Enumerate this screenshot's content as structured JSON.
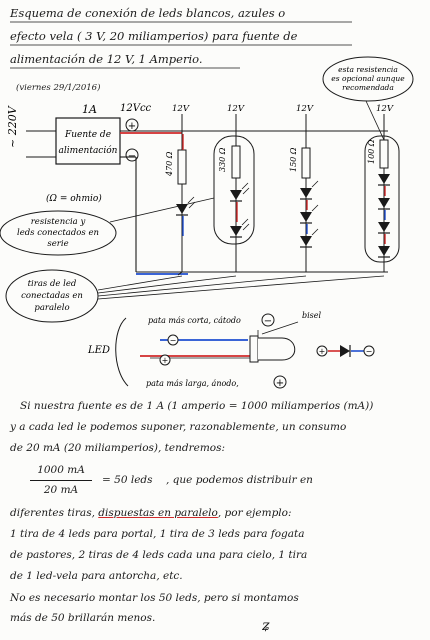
{
  "title": {
    "line1": "Esquema de conexión de leds blancos, azules o",
    "line2": "efecto vela ( 3 V, 20 miliamperios) para fuente de",
    "line3": "alimentación de 12 V, 1 Amperio."
  },
  "date": "(viernes 29/1/2016)",
  "circuit": {
    "source_label": "~ 220V",
    "supply_line1": "Fuente de",
    "supply_line2": "alimentación",
    "current": "1A",
    "vcc": "12Vcc",
    "plus": "+",
    "minus": "−",
    "rail_labels": [
      "12V",
      "12V",
      "12V",
      "12V"
    ],
    "resistors": [
      "470 Ω",
      "330 Ω",
      "150 Ω",
      "100 Ω"
    ],
    "leds_per_string": [
      1,
      2,
      3,
      4
    ],
    "colors": {
      "positive": "#d02a2a",
      "negative": "#1f4fd0",
      "ink": "#1a1a1a"
    }
  },
  "notes": {
    "resistor_optional": [
      "esta resistencia",
      "es opcional aunque",
      "recomendada"
    ],
    "ohm": "(Ω = ohmio)",
    "series": [
      "resistencia y",
      "leds conectados en",
      "serie"
    ],
    "parallel": [
      "tiras de led",
      "conectadas en",
      "paralelo"
    ]
  },
  "led_detail": {
    "label": "LED",
    "short_leg": "pata más corta, cátodo",
    "long_leg": "pata más larga, ánodo,",
    "bevel": "bisel",
    "plus": "+",
    "minus": "−"
  },
  "body": {
    "lines": [
      "Si nuestra fuente es de 1 A (1 amperio = 1000 miliamperios (mA))",
      "y a cada led le podemos suponer, razonablemente, un consumo",
      "de 20 mA (20 miliamperios), tendremos:"
    ],
    "formula_num": "1000 mA",
    "formula_den": "20 mA",
    "formula_result": "= 50 leds",
    "formula_tail": ", que podemos distribuir en",
    "para_line1_a": "diferentes tiras, ",
    "para_line1_b": "dispuestas en paralelo",
    "para_line1_c": ", por ejemplo:",
    "para_lines": [
      "1 tira de 4 leds para portal, 1 tira de 3 leds para fogata",
      "de pastores, 2 tiras de 4 leds cada una para cielo, 1 tira",
      "de 1 led-vela para antorcha, etc.",
      "No es necesario montar los 50 leds, pero si montamos",
      "más de 50 brillarán menos."
    ],
    "signature": "ʑ"
  }
}
